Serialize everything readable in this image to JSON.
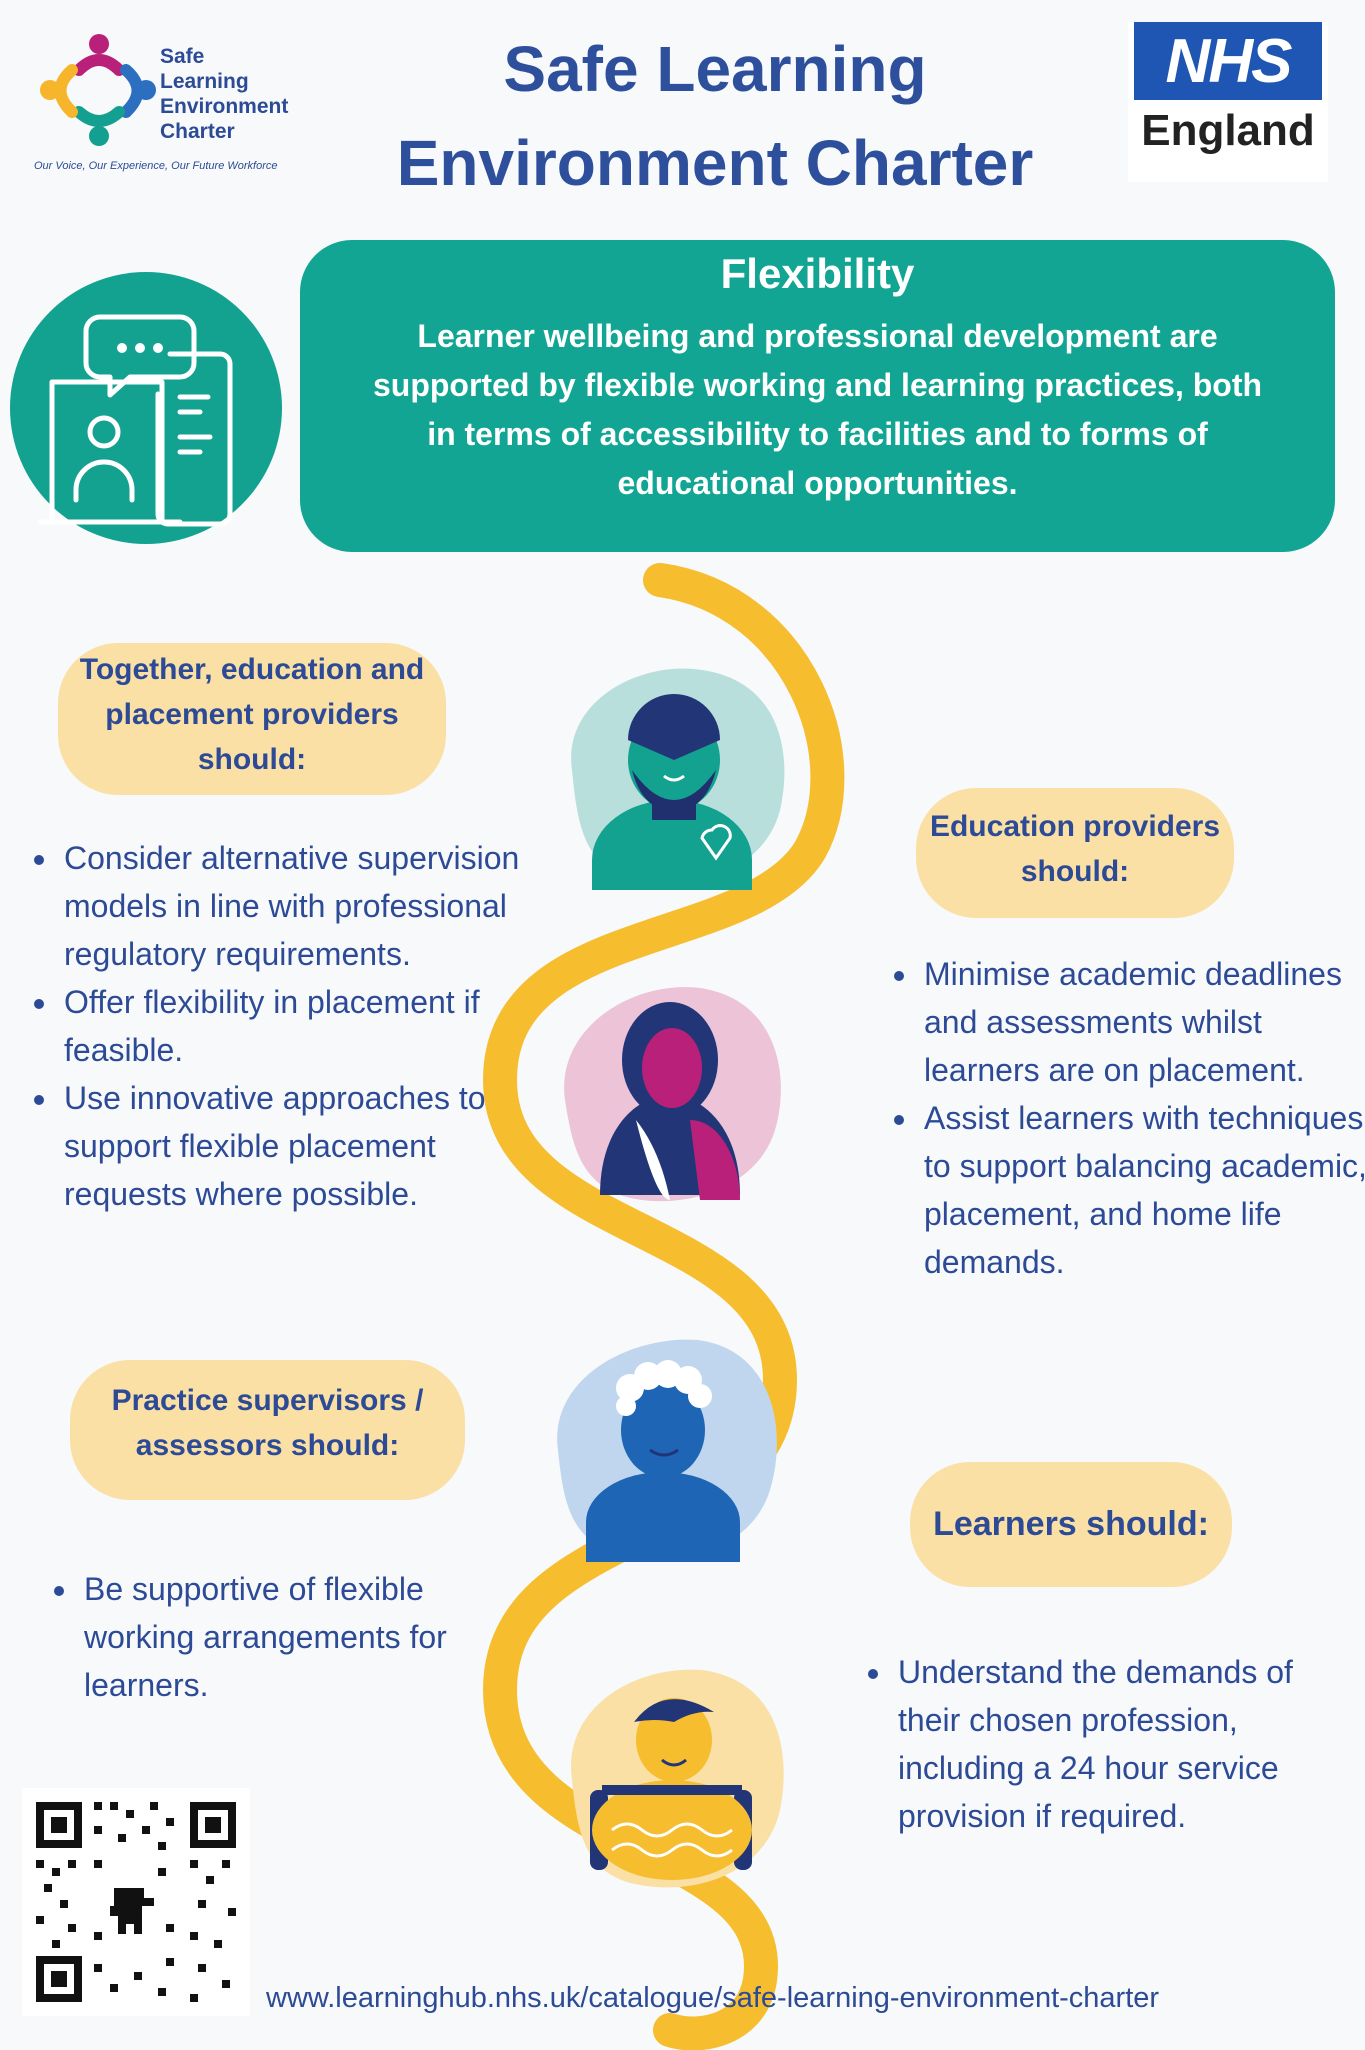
{
  "header": {
    "logo_text_line1": "Safe",
    "logo_text_line2": "Learning",
    "logo_text_line3": "Environment",
    "logo_text_line4": "Charter",
    "logo_tagline": "Our Voice, Our Experience, Our Future Workforce",
    "title_line1": "Safe Learning",
    "title_line2": "Environment Charter",
    "nhs_logo": "NHS",
    "nhs_region": "England"
  },
  "intro": {
    "heading": "Flexibility",
    "body": "Learner wellbeing and professional development are supported by flexible working and learning practices, both in terms of accessibility to facilities and to forms of educational opportunities."
  },
  "sections": {
    "together": {
      "heading": "Together, education and placement providers should:",
      "items": [
        "Consider alternative supervision models in line with professional regulatory requirements.",
        "Offer flexibility in placement if feasible.",
        "Use innovative approaches to support flexible placement requests where possible."
      ]
    },
    "education": {
      "heading": "Education providers should:",
      "items": [
        "Minimise academic deadlines and assessments whilst learners are on placement.",
        "Assist learners with techniques to support balancing academic, placement, and home life demands."
      ]
    },
    "supervisors": {
      "heading": "Practice supervisors / assessors should:",
      "items": [
        "Be supportive of flexible working arrangements for learners."
      ]
    },
    "learners": {
      "heading": "Learners should:",
      "items": [
        "Understand the demands of their chosen profession, including a 24 hour service provision if required."
      ]
    }
  },
  "footer": {
    "url": "www.learninghub.nhs.uk/catalogue/safe-learning-environment-charter"
  },
  "colors": {
    "teal": "#12a593",
    "navy_text": "#2c4a96",
    "pill": "#fbe0a5",
    "wave": "#f6bd2e",
    "nhs_blue": "#1f56b3"
  }
}
